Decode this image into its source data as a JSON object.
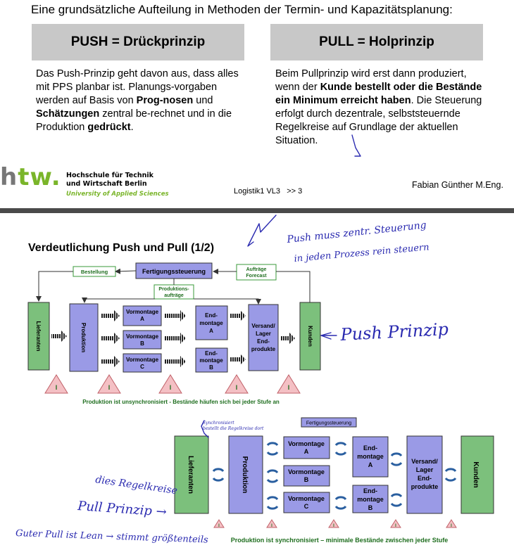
{
  "slide1": {
    "intro": "Eine grundsätzliche Aufteilung in Methoden der Termin- und Kapazitätsplanung:",
    "push_header": "PUSH = Drückprinzip",
    "pull_header": "PULL = Holprinzip",
    "push_text": {
      "p1": "Das Push-Prinzip geht davon aus, dass alles mit PPS planbar ist. Planungs-vorgaben werden auf Basis von ",
      "b1": "Prog-nosen",
      "p2": " und ",
      "b2": "Schätzungen",
      "p3": " zentral be-rechnet und in die Produktion ",
      "b3": "gedrückt",
      "p4": "."
    },
    "pull_text": {
      "p1": "Beim Pullprinzip wird erst dann produziert, wenn der ",
      "b1": "Kunde bestellt oder die Bestände ein Minimum erreicht haben",
      "p2": ". Die Steuerung erfolgt durch dezentrale, selbststeuernde Regelkreise auf Grundlage der aktuellen Situation."
    },
    "logo": {
      "text_left": "h",
      "text_main": "tw",
      "dot": ".",
      "line1": "Hochschule für Technik",
      "line2": "und Wirtschaft Berlin",
      "line3": "University of Applied Sciences"
    },
    "footer_center": "Logistik1 VL3   >> 3",
    "footer_right": "Fabian Günther M.Eng."
  },
  "slide2": {
    "title": "Verdeutlichung Push und Pull (1/2)",
    "push": {
      "bestellung": "Bestellung",
      "fertigungssteuerung": "Fertigungssteuerung",
      "auftraege": [
        "Aufträge",
        "Forecast"
      ],
      "produktionsauftraege": [
        "Produktions-",
        "aufträge"
      ],
      "lieferanten": "Lieferanten",
      "produktion": "Produktion",
      "vormontage": [
        [
          "Vormontage",
          "A"
        ],
        [
          "Vormontage",
          "B"
        ],
        [
          "Vormontage",
          "C"
        ]
      ],
      "endmontage_a": [
        "End-",
        "montage",
        "A"
      ],
      "endmontage_b": [
        "End-",
        "montage",
        "B"
      ],
      "versand": [
        "Versand/",
        "Lager",
        "End-",
        "produkte"
      ],
      "kunden": "Kunden",
      "inventory": "I",
      "caption": "Produktion ist unsynchronisiert - Bestände häufen sich bei jeder Stufe an"
    },
    "pull": {
      "fertigungssteuerung": "Fertigungssteuerung",
      "lieferanten": "Lieferanten",
      "produktion": "Produktion",
      "vormontage": [
        [
          "Vormontage",
          "A"
        ],
        [
          "Vormontage",
          "B"
        ],
        [
          "Vormontage",
          "C"
        ]
      ],
      "endmontage_a": [
        "End-",
        "montage",
        "A"
      ],
      "endmontage_b": [
        "End-",
        "montage",
        "B"
      ],
      "versand": [
        "Versand/",
        "Lager",
        "End-",
        "produkte"
      ],
      "kunden": "Kunden",
      "inventory": "I",
      "caption": "Produktion ist synchronisiert – minimale Bestände zwischen jeder Stufe"
    },
    "handwriting": {
      "note_top": [
        "Push muss zentr. Steuerung",
        "in jeden Prozess rein steuern"
      ],
      "push_label": "Push Prinzip",
      "note_small": [
        "Synchronisiert",
        "bestellt die Regelkreise dort"
      ],
      "regelkreise": "dies Regelkreise",
      "pull_label": "Pull Prinzip →",
      "bottom": "Guter Pull ist Lean → stimmt größtenteils"
    }
  },
  "colors": {
    "header_gray": "#c8c8c8",
    "box_purple": "#9a9ae6",
    "box_green": "#7cc07c",
    "triangle_pink": "#f4c0c4",
    "caption_green": "#1f6e1f",
    "ink_blue": "#2a2ab0"
  }
}
